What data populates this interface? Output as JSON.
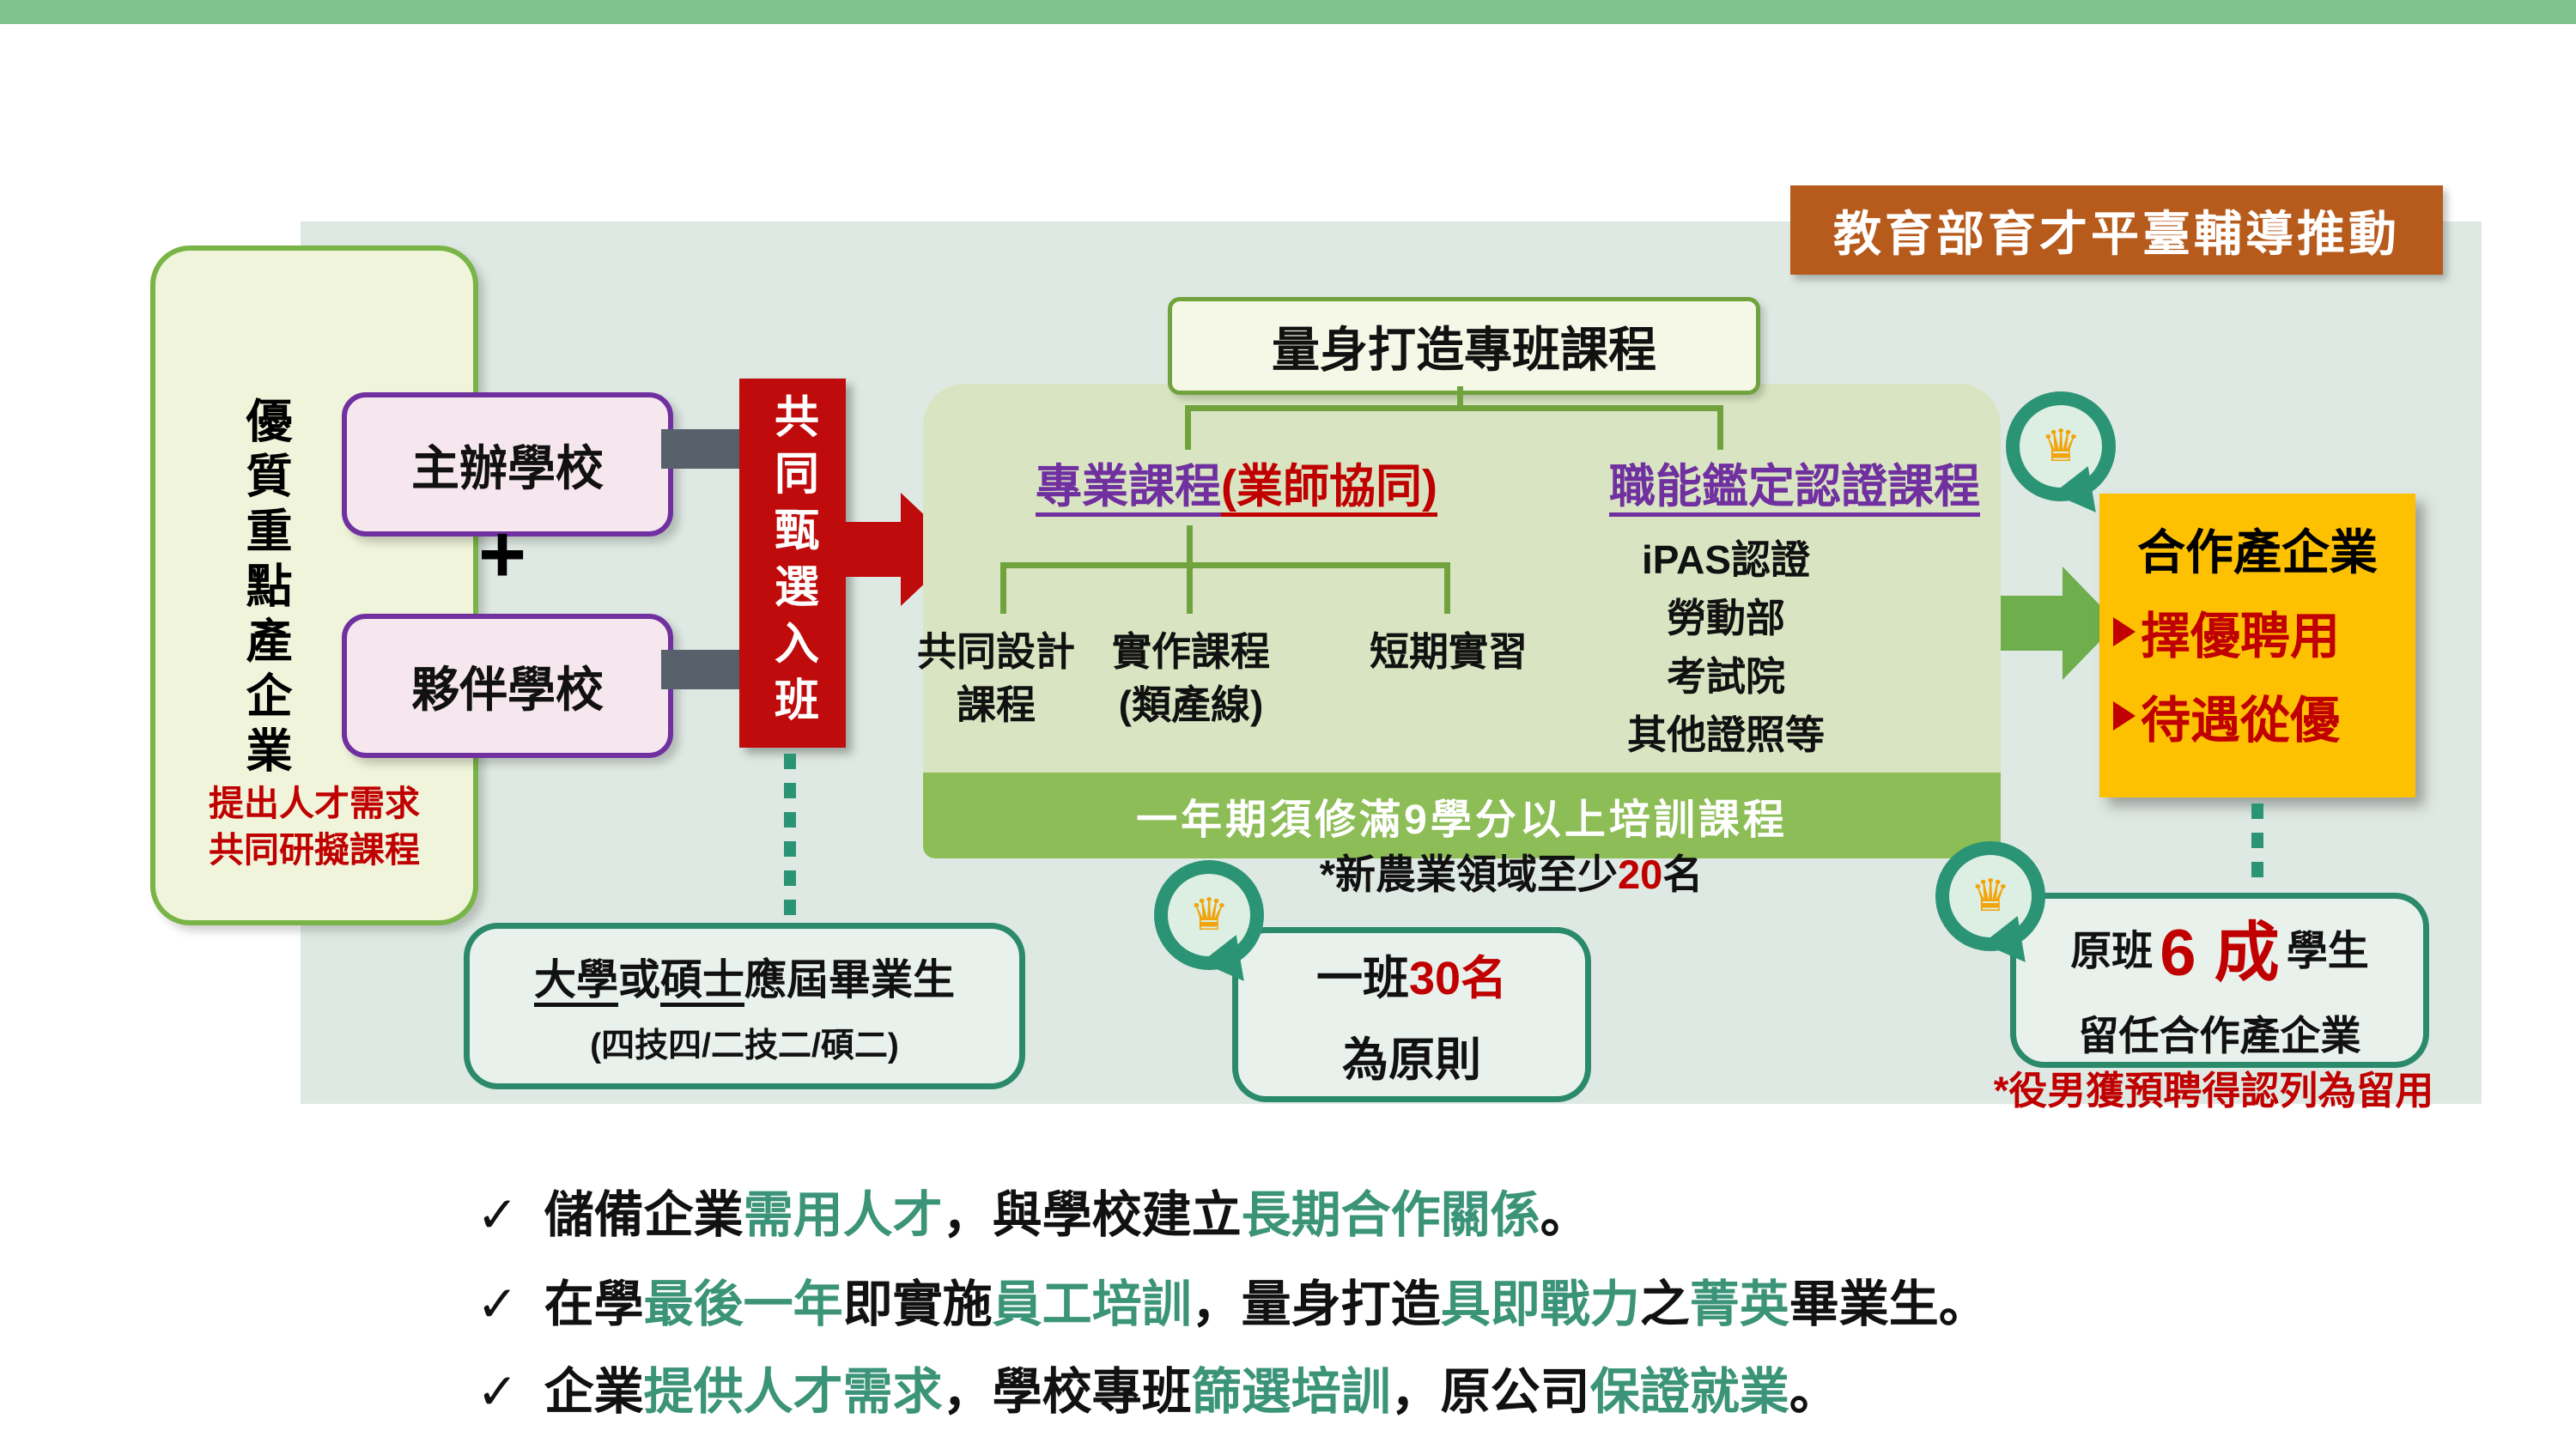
{
  "colors": {
    "top_bar": "#7ec38f",
    "panel_bg": "#dfe9e3",
    "orange_tag": "#b75b1d",
    "accent_red": "#bf0b0b",
    "purple": "#7030a0",
    "tree_green": "#70a33e",
    "program_panel": "#d9e5c2",
    "banner_green": "#8dbd57",
    "gold": "#fdc102",
    "teal": "#2b9474",
    "checklist_green": "#3b9478",
    "gray_connector": "#57606b"
  },
  "tag": "教育部育才平臺輔導推動",
  "left_group": {
    "vertical_title": "優質重點產企業",
    "note_line1": "提出人才需求",
    "note_line2": "共同研擬課程",
    "host_school": "主辦學校",
    "plus": "+",
    "partner_school": "夥伴學校"
  },
  "selection_label": "共同甄選入班",
  "program": {
    "title": "量身打造專班課程",
    "heading_left": [
      "專業課程",
      "(業師協同)"
    ],
    "heading_right": "職能鑑定認證課程",
    "item1": [
      "共同設計",
      "課程"
    ],
    "item2": [
      "實作課程",
      "(類產線)"
    ],
    "item3": "短期實習",
    "cert_items": [
      "iPAS認證",
      "勞動部",
      "考試院",
      "其他證照等"
    ],
    "banner": "一年期須修滿9學分以上培訓課程"
  },
  "partner_company": {
    "title": "合作產企業",
    "point1": "擇優聘用",
    "point2": "待遇從優"
  },
  "agri_note": [
    "*新農業領域至少",
    "20",
    "名"
  ],
  "grads_box": {
    "line1": [
      "大學",
      "或",
      "碩士",
      "應屆畢業生"
    ],
    "line2": "(四技四/二技二/碩二)"
  },
  "class_box": {
    "line1": [
      "一班",
      "30名"
    ],
    "line2": "為原則"
  },
  "retain_box": {
    "line1": [
      "原班",
      "6 成",
      "學生"
    ],
    "line2": "留任合作產企業"
  },
  "footnote": "*役男獲預聘得認列為留用",
  "pin_icon": "♛",
  "checklist": {
    "mark": "✓",
    "line1": [
      "儲備企業",
      "需用人才",
      "，與學校建立",
      "長期合作關係",
      "。"
    ],
    "line2": [
      "在學",
      "最後一年",
      "即實施",
      "員工培訓",
      "，量身打造",
      "具即戰力",
      "之",
      "菁英",
      "畢業生。"
    ],
    "line3": [
      "企業",
      "提供人才需求",
      "，學校專班",
      "篩選培訓",
      "，原公司",
      "保證就業",
      "。"
    ]
  }
}
